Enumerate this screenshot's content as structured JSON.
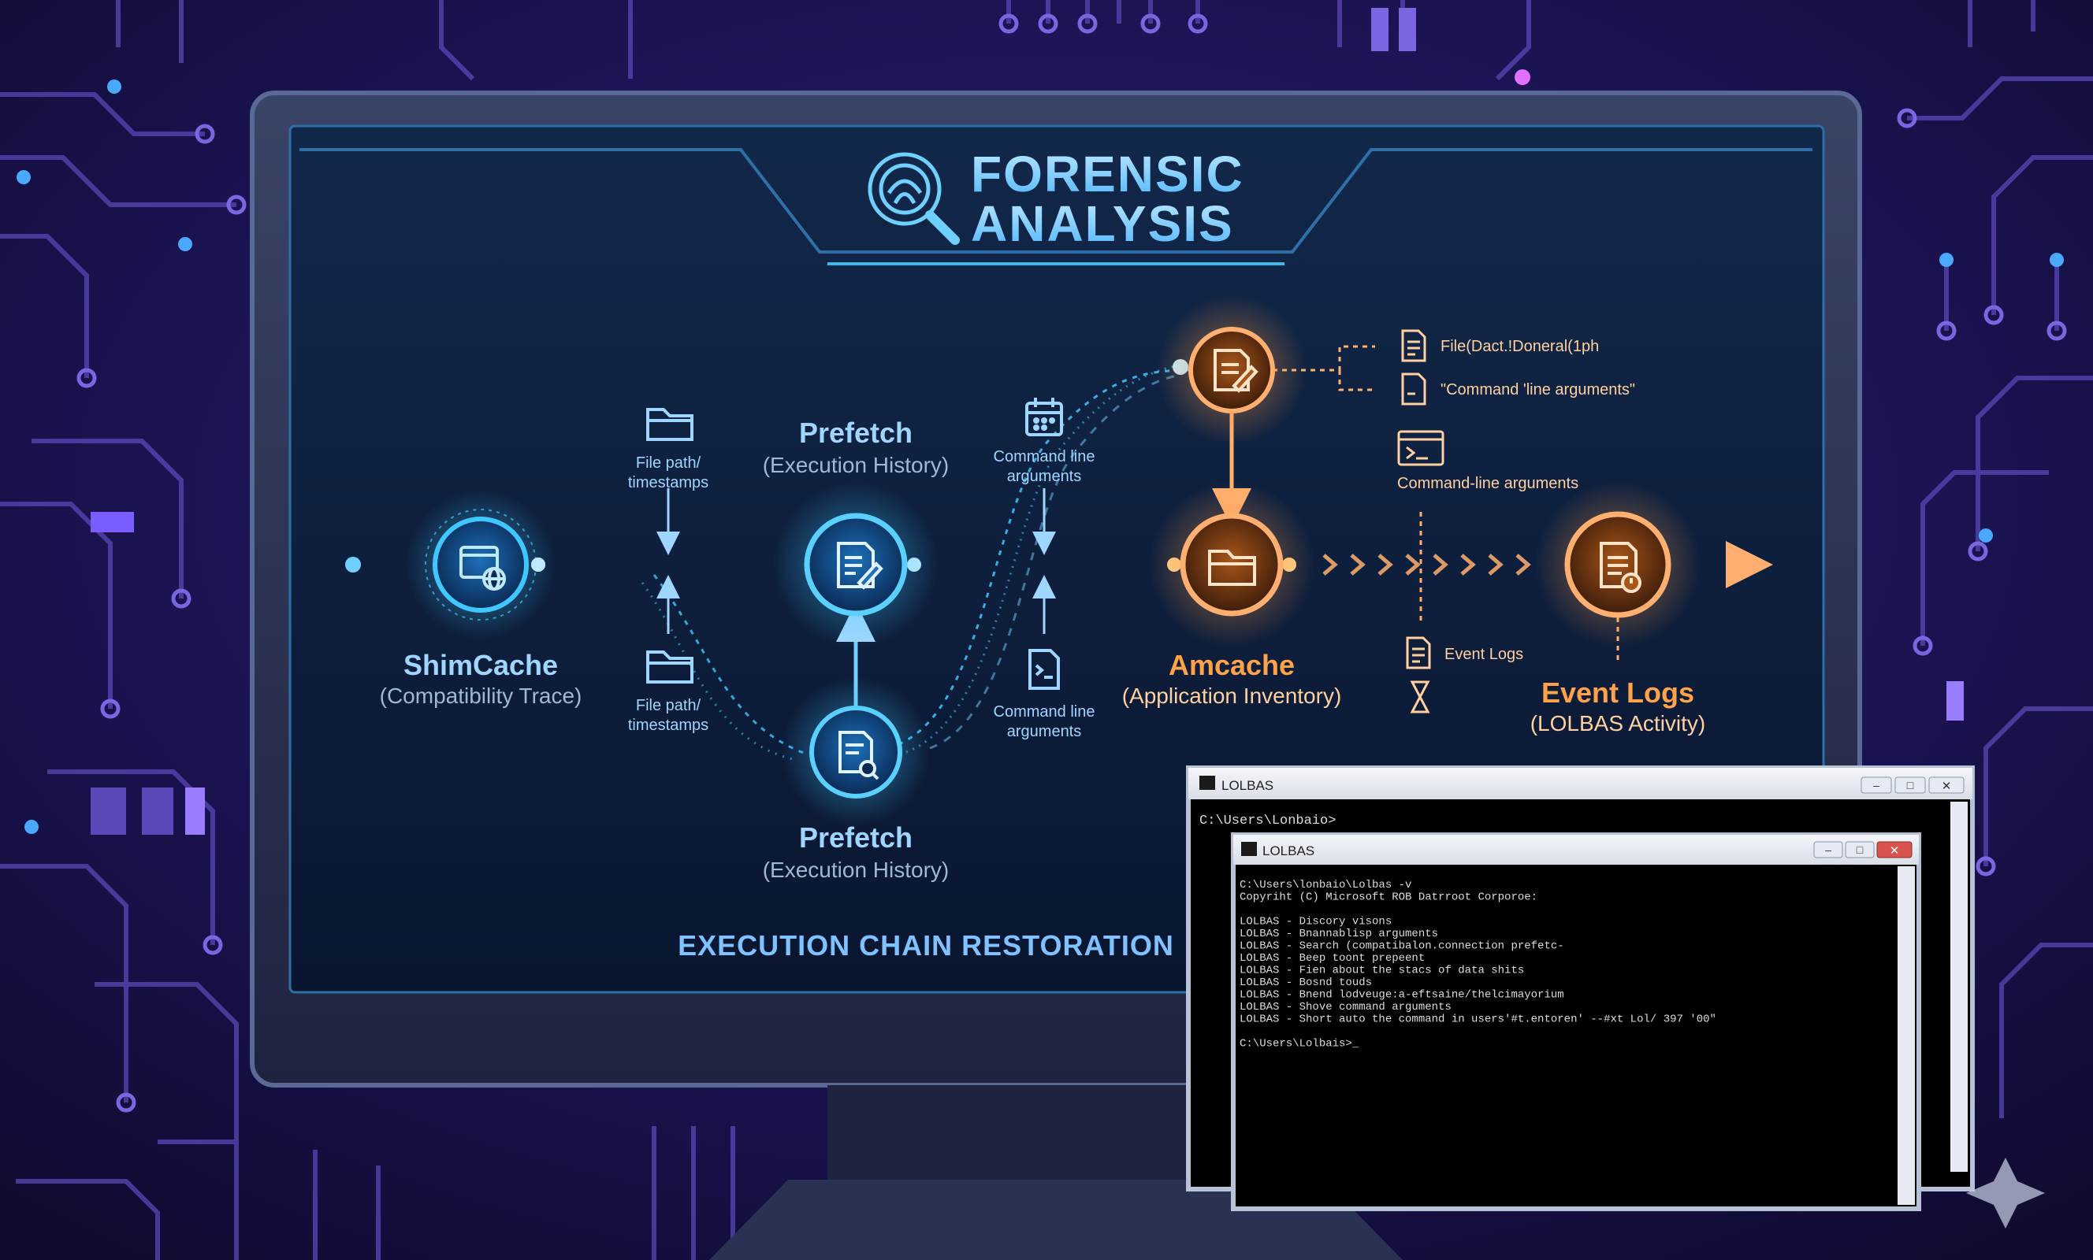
{
  "header": {
    "title_line1": "FORENSIC",
    "title_line2": "ANALYSIS"
  },
  "nodes": {
    "shimcache": {
      "title": "ShimCache",
      "subtitle": "(Compatibility Trace)"
    },
    "prefetch_top": {
      "title": "Prefetch",
      "subtitle": "(Execution History)"
    },
    "prefetch_bottom": {
      "title": "Prefetch",
      "subtitle": "(Execution History)"
    },
    "amcache": {
      "title": "Amcache",
      "subtitle": "(Application Inventory)"
    },
    "event_logs": {
      "title": "Event Logs",
      "subtitle": "(LOLBAS Activity)"
    }
  },
  "annotations": {
    "file_path_top": [
      "File path/",
      "timestamps"
    ],
    "file_path_bottom": [
      "File path/",
      "timestamps"
    ],
    "cmd_top": [
      "Command line",
      "arguments"
    ],
    "cmd_bottom": [
      "Command line",
      "arguments"
    ],
    "file_data": "File(Dact.!Doneral(1ph",
    "cmd_quoted": "\"Command 'line arguments\"",
    "cmd_line_args": "Command-line arguments",
    "event_logs_small": "Event Logs"
  },
  "footer": {
    "label": "EXECUTION CHAIN RESTORATION"
  },
  "console_back": {
    "title": "LOLBAS",
    "lines": [
      "C:\\Users\\Lonbaio>"
    ]
  },
  "console_front": {
    "title": "LOLBAS",
    "lines": [
      "C:\\Users\\lonbaio\\Lolbas -v",
      "Copyriht (C) Microsoft ROB Datrroot Corporoe:",
      "",
      "LOLBAS        - Discory visons",
      "LOLBAS        - Bnannablisp arguments",
      "LOLBAS        - Search (compatibalon.connection prefetc-",
      "LOLBAS        - Beep toont prepeent",
      "LOLBAS        - Fien about the stacs of data shits",
      "LOLBAS        - Bosnd touds",
      "LOLBAS        - Bnend lodveuge:a-eftsaine/thelcimayorium",
      "LOLBAS        - Shove command arguments",
      "LOLBAS        - Short auto the command in users'#t.entoren' --#xt Lol/ 397 '00\"",
      "",
      "C:\\Users\\Lolbais>_"
    ]
  },
  "colors": {
    "blue": "#3ec8ff",
    "orange": "#ff9a3c",
    "background": "#140f3a",
    "screen": "#0c1a36",
    "label_blue": "#9fd6ff"
  },
  "icons": {
    "header": "fingerprint-magnifier-icon",
    "shimcache": "browser-globe-icon",
    "prefetch": "document-edit-icon",
    "prefetch_bottom": "document-search-icon",
    "amcache": "folder-icon",
    "event_logs": "document-alert-icon",
    "top_orange": "document-edit-icon",
    "calendar": "calendar-icon",
    "terminal": "terminal-icon",
    "cmd_window": "cmd-window-icon"
  }
}
